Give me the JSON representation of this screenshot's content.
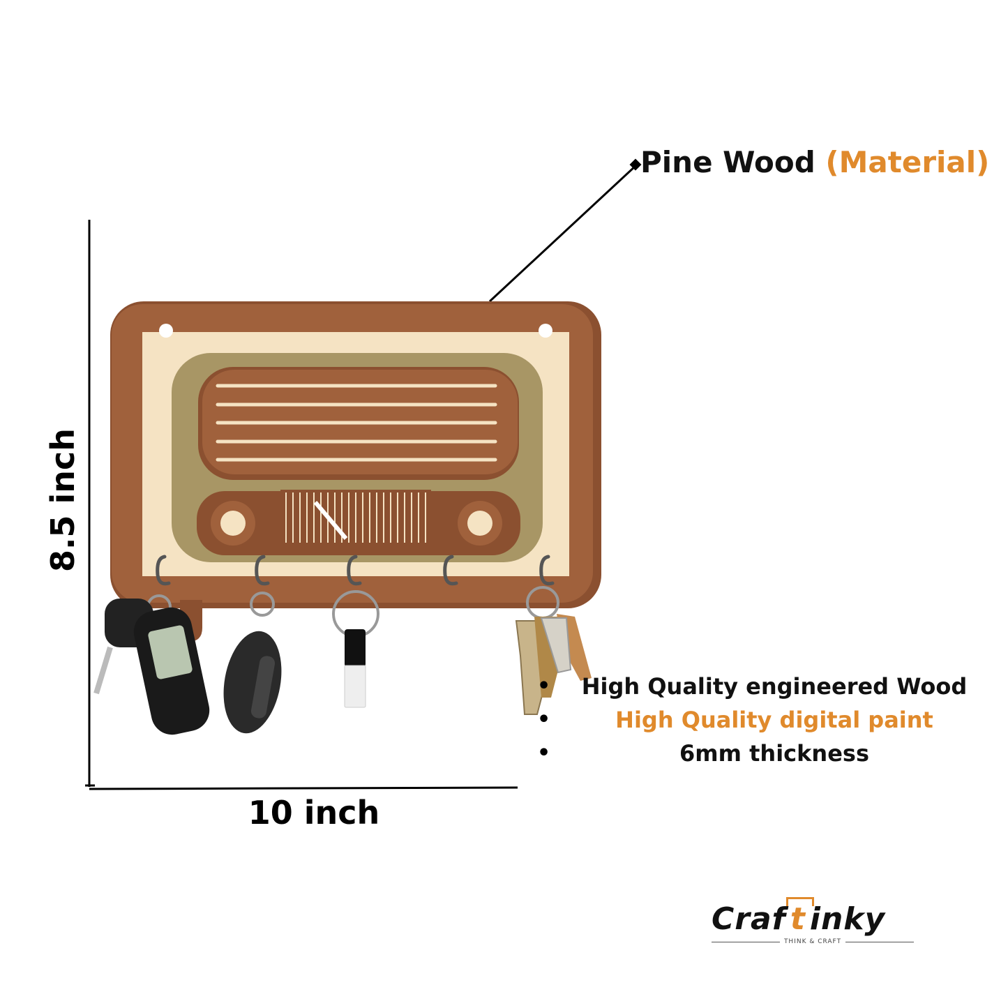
{
  "material": {
    "name": "Pine Wood",
    "note": "(Material)"
  },
  "dimensions": {
    "height": "8.5  inch",
    "width": "10 inch"
  },
  "features": [
    {
      "text": "High Quality engineered Wood",
      "color": "#111111"
    },
    {
      "text": "High Quality digital paint",
      "color": "#e08a2c"
    },
    {
      "text": "6mm thickness",
      "color": "#111111"
    }
  ],
  "brand": {
    "name_part1": "Craf",
    "name_t": "t",
    "name_part2": "inky",
    "tagline": "THINK & CRAFT"
  },
  "colors": {
    "accent": "#e08a2c",
    "wood_dark": "#8b5030",
    "wood_mid": "#a0613c",
    "cream": "#f5e3c3",
    "olive": "#a89665"
  }
}
